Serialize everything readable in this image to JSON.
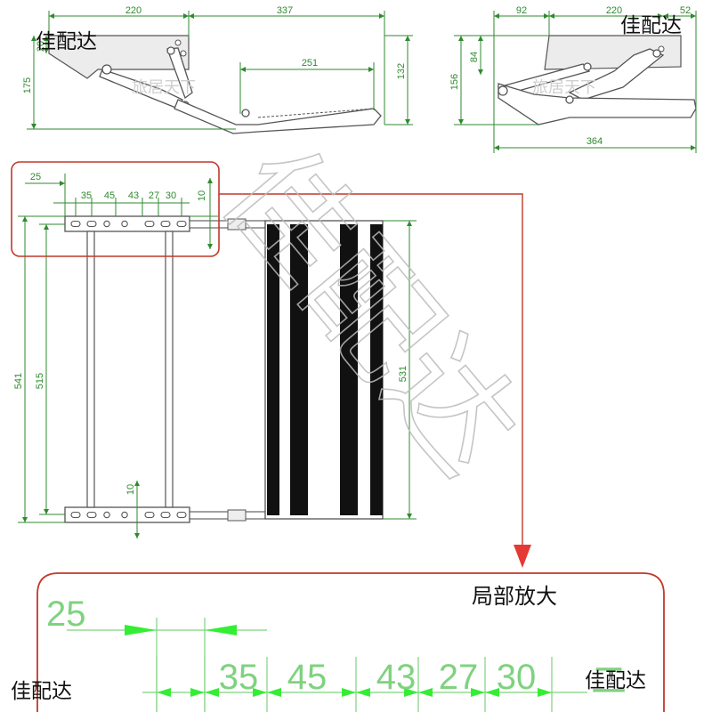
{
  "brand": "佳配达",
  "watermark_big": "佳配达",
  "watermark_small": "旅居天下",
  "zoom_label": "局部放大",
  "colors": {
    "dimension": "#2f8a2f",
    "dimension_big": "#7fd27f",
    "frame": "#555555",
    "callout": "#c0392b",
    "arrow": "#e53935",
    "step_bar": "#111111"
  },
  "side_view_left": {
    "width_top_left": "220",
    "width_top_right": "337",
    "length_inner": "251",
    "height_total": "175",
    "height_top": "20",
    "height_right": "132"
  },
  "side_view_right": {
    "width_top_left": "92",
    "width_top_mid": "220",
    "width_top_right": "52",
    "height_inner": "84",
    "height_total": "156",
    "length_bottom": "364"
  },
  "plan_view": {
    "offset_left": "25",
    "holes": [
      "35",
      "45",
      "43",
      "27",
      "30"
    ],
    "edge_right": "10",
    "edge_bottom": "10",
    "width_outer": "541",
    "width_inner": "515",
    "step_width": "531"
  },
  "detail": {
    "offset_left": "25",
    "holes": [
      "35",
      "45",
      "43",
      "27",
      "30"
    ]
  }
}
